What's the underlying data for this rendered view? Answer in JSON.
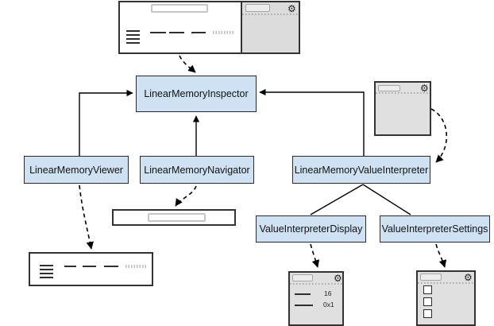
{
  "nodes": {
    "inspector": {
      "label": "LinearMemoryInspector"
    },
    "viewer": {
      "label": "LinearMemoryViewer"
    },
    "navigator": {
      "label": "LinearMemoryNavigator"
    },
    "interpreter": {
      "label": "LinearMemoryValueInterpreter"
    },
    "display": {
      "label": "ValueInterpreterDisplay"
    },
    "settings": {
      "label": "ValueInterpreterSettings"
    }
  },
  "mockups": {
    "display_panel": {
      "row1_value": "16",
      "row2_value": "0x1"
    }
  },
  "icons": {
    "gear": "⚙"
  },
  "colors": {
    "node_fill": "#cfe2f3",
    "node_border": "#2b2b2b",
    "window_gray": "#e0e0e0",
    "connector": "#000000"
  }
}
